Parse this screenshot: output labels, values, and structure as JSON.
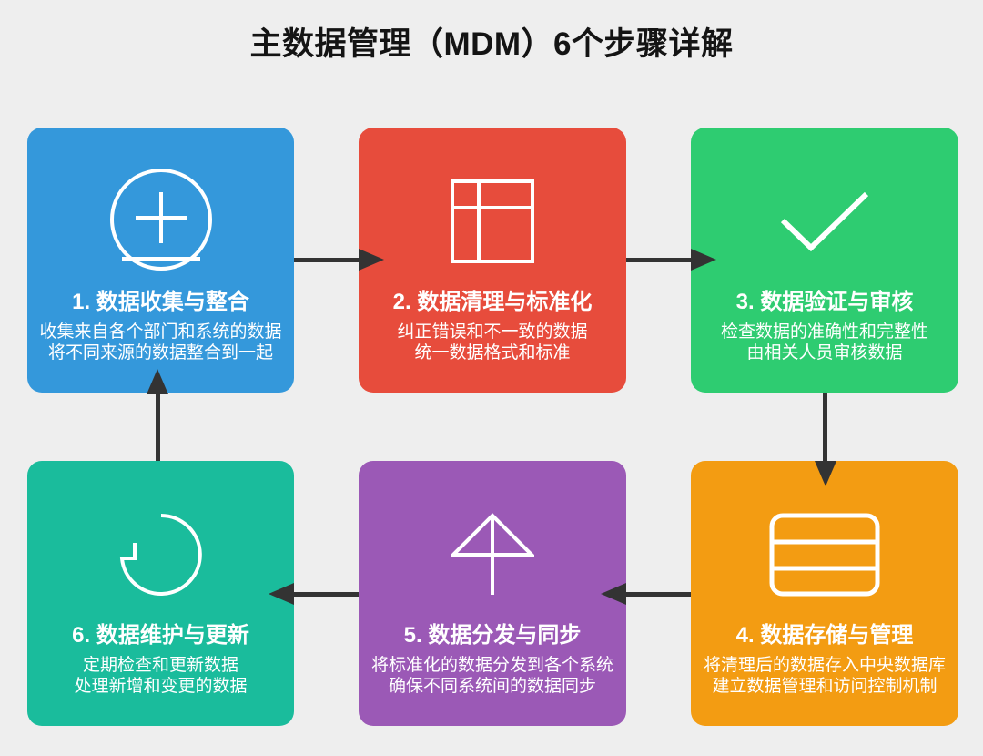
{
  "title": "主数据管理（MDM）6个步骤详解",
  "background": "#eeeeee",
  "arrow_color": "#333333",
  "steps": [
    {
      "title": "1. 数据收集与整合",
      "lines": [
        "收集来自各个部门和系统的数据",
        "将不同来源的数据整合到一起"
      ],
      "color": "#3498db",
      "icon": "circle-plus-icon"
    },
    {
      "title": "2. 数据清理与标准化",
      "lines": [
        "纠正错误和不一致的数据",
        "统一数据格式和标准"
      ],
      "color": "#e74c3c",
      "icon": "table-grid-icon"
    },
    {
      "title": "3. 数据验证与审核",
      "lines": [
        "检查数据的准确性和完整性",
        "由相关人员审核数据"
      ],
      "color": "#2ecc71",
      "icon": "checkmark-icon"
    },
    {
      "title": "4. 数据存储与管理",
      "lines": [
        "将清理后的数据存入中央数据库",
        "建立数据管理和访问控制机制"
      ],
      "color": "#f39c12",
      "icon": "database-icon"
    },
    {
      "title": "5. 数据分发与同步",
      "lines": [
        "将标准化的数据分发到各个系统",
        "确保不同系统间的数据同步"
      ],
      "color": "#9b59b6",
      "icon": "distribute-arrow-icon"
    },
    {
      "title": "6. 数据维护与更新",
      "lines": [
        "定期检查和更新数据",
        "处理新增和变更的数据"
      ],
      "color": "#1abc9c",
      "icon": "refresh-icon"
    }
  ],
  "flow": [
    "step1→step2",
    "step2→step3",
    "step3→step4",
    "step4→step5",
    "step5→step6",
    "step6→step1"
  ]
}
